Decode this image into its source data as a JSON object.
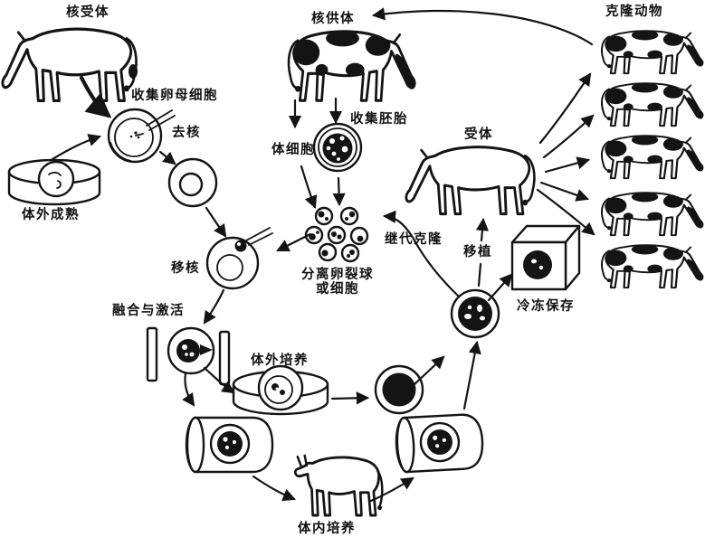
{
  "figure": {
    "background": "#ffffff",
    "ink": "#141414",
    "labels": {
      "nuclear_recipient": "核受体",
      "collect_oocytes": "收集卵母细胞",
      "enucleate": "去核",
      "in_vitro_maturation": "体外成熟",
      "nuclear_transfer": "移核",
      "fusion_activation": "融合与激活",
      "nuclear_donor": "核供体",
      "collect_embryos": "收集胚胎",
      "somatic_cells": "体细胞",
      "separate_blastomeres_1": "分离卵裂球",
      "separate_blastomeres_2": "或细胞",
      "serial_cloning": "继代克隆",
      "recipient": "受体",
      "transplant": "移植",
      "cryopreservation": "冷冻保存",
      "cloned_animals": "克隆动物",
      "in_vitro_culture": "体外培养",
      "in_vivo_culture": "体内培养"
    }
  }
}
